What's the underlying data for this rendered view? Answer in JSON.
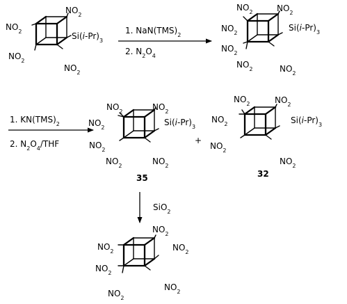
{
  "groups": {
    "nitro": "NO",
    "nitro_sub": "2",
    "silyl_prefix": "Si(",
    "silyl_italic": "i",
    "silyl_suffix": "-Pr)",
    "silyl_sub": "3"
  },
  "step1": {
    "line1": "1. NaN(TMS)",
    "line1_sub": "2",
    "line2_prefix": "2. N",
    "line2_sub1": "2",
    "line2_mid": "O",
    "line2_sub2": "4"
  },
  "step2": {
    "line1": "1. KN(TMS)",
    "line1_sub": "2",
    "line2_prefix": "2. N",
    "line2_sub1": "2",
    "line2_mid": "O",
    "line2_sub2": "4",
    "line2_suffix": "/THF"
  },
  "plus": "+",
  "step3": {
    "reagent": "SiO",
    "reagent_sub": "2"
  },
  "compounds": {
    "c35": "35",
    "c32": "32"
  }
}
